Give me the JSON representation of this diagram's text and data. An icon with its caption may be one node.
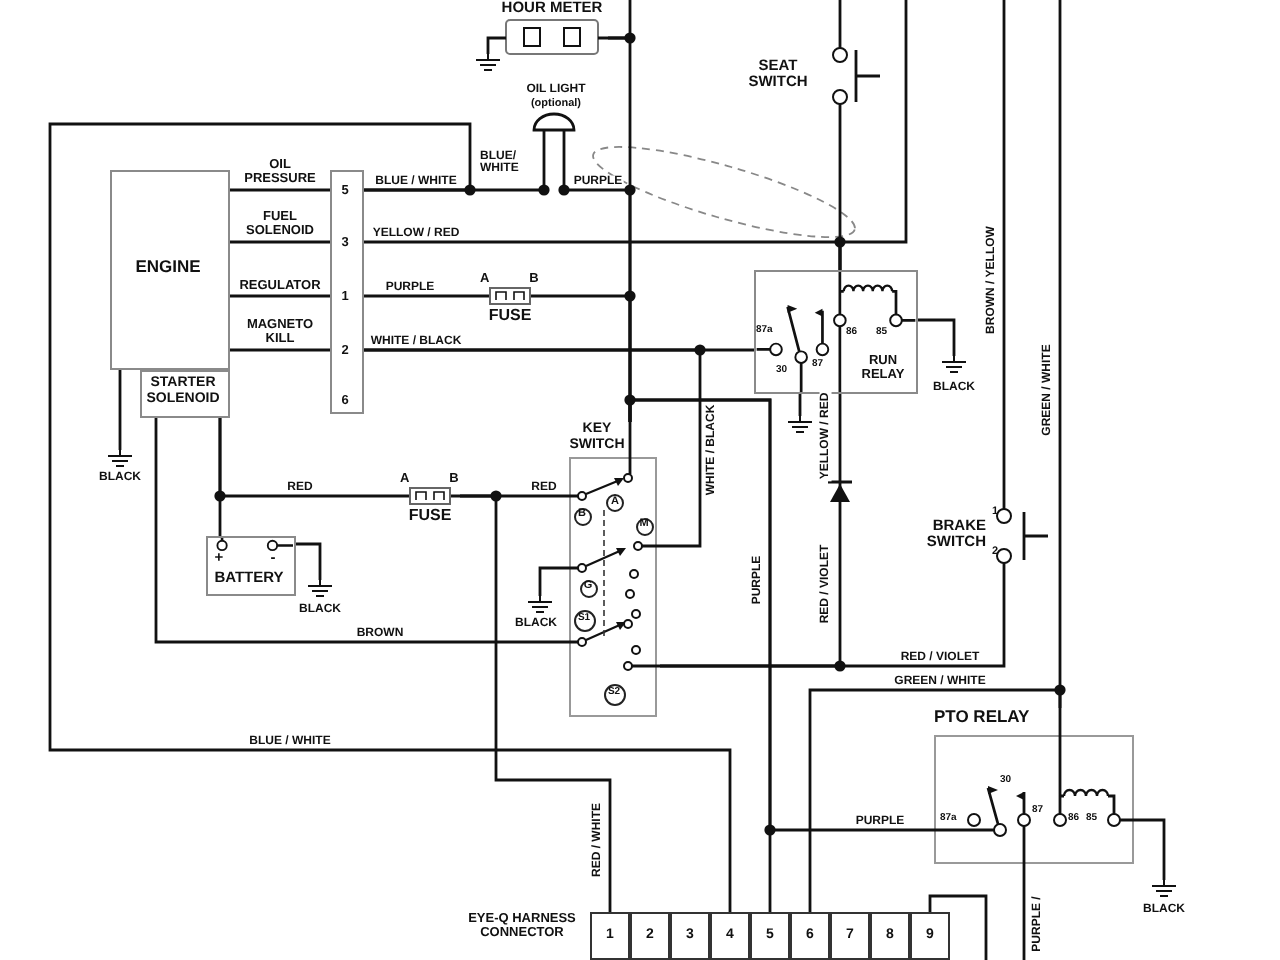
{
  "diagram": {
    "nodes": [
      {
        "text": [
          "HOUR METER"
        ]
      },
      {
        "text": [],
        "shape": "ground"
      },
      {
        "text": [
          "SEAT SWITCH"
        ]
      },
      {
        "text": [
          "OIL LIGHT",
          "(optional)"
        ]
      },
      {
        "text": [
          "ENGINE"
        ]
      },
      {
        "text": [
          "STARTER SOLENOID"
        ]
      },
      {
        "text": [
          "5",
          "3",
          "1",
          "2",
          "6"
        ]
      },
      {
        "text": [
          "A",
          "B",
          "FUSE"
        ]
      },
      {
        "text": [
          "RUN RELAY",
          "87a",
          "30",
          "87",
          "86",
          "85"
        ]
      },
      {
        "text": [],
        "shape": "ground"
      },
      {
        "text": [],
        "shape": "ground",
        "beside": [
          "BLACK"
        ]
      },
      {
        "text": [],
        "shape": "diode"
      },
      {
        "text": [
          "KEY SWITCH",
          "B",
          "A",
          "M",
          "G",
          "S1",
          "S2"
        ]
      },
      {
        "text": [
          "A",
          "B",
          "FUSE"
        ]
      },
      {
        "text": [],
        "shape": "ground",
        "beside": [
          "BLACK"
        ]
      },
      {
        "text": [
          "+",
          "-",
          "BATTERY"
        ]
      },
      {
        "text": [],
        "shape": "ground",
        "beside": [
          "BLACK"
        ]
      },
      {
        "text": [],
        "shape": "ground",
        "beside": [
          "BLACK"
        ]
      },
      {
        "text": [
          "BRAKE SWITCH",
          "1",
          "2"
        ]
      },
      {
        "text": [
          "PTO RELAY",
          "87a",
          "30",
          "87",
          "86",
          "85"
        ]
      },
      {
        "text": [],
        "shape": "ground",
        "beside": [
          "BLACK"
        ]
      },
      {
        "text": [
          "EYE-Q HARNESS CONNECTOR",
          "1",
          "2",
          "3",
          "4",
          "5",
          "6",
          "7",
          "8",
          "9"
        ]
      }
    ],
    "edges": [
      {
        "from": null,
        "to": 0,
        "arrow": "none"
      },
      {
        "from": 0,
        "to": 1,
        "arrow": "none"
      },
      {
        "from": 0,
        "to": 12,
        "arrow": "none"
      },
      {
        "from": 3,
        "to": 12,
        "arrow": "none",
        "label": "PURPLE"
      },
      {
        "from": 6,
        "to": 3,
        "arrow": "none",
        "label": "BLUE / WHITE"
      },
      {
        "from": 6,
        "to": 21,
        "arrow": "none",
        "label": "BLUE / WHITE"
      },
      {
        "from": 4,
        "to": 6,
        "arrow": "none",
        "label": "OIL PRESSURE"
      },
      {
        "from": 4,
        "to": 6,
        "arrow": "none",
        "label": "FUEL SOLENOID"
      },
      {
        "from": 4,
        "to": 6,
        "arrow": "none",
        "label": "REGULATOR"
      },
      {
        "from": 4,
        "to": 6,
        "arrow": "none",
        "label": "MAGNETO KILL"
      },
      {
        "from": 6,
        "to": 8,
        "arrow": "none",
        "label": "YELLOW / RED"
      },
      {
        "from": 6,
        "to": 7,
        "arrow": "none",
        "label": "PURPLE"
      },
      {
        "from": 7,
        "to": 12,
        "arrow": "none"
      },
      {
        "from": 6,
        "to": 8,
        "arrow": "none",
        "label": "WHITE / BLACK"
      },
      {
        "from": 6,
        "to": 12,
        "arrow": "none",
        "label": "WHITE / BLACK"
      },
      {
        "from": null,
        "to": 2,
        "arrow": "none"
      },
      {
        "from": 2,
        "to": 8,
        "arrow": "none"
      },
      {
        "from": null,
        "to": 8,
        "arrow": "none"
      },
      {
        "from": 8,
        "to": 9,
        "arrow": "none"
      },
      {
        "from": 8,
        "to": 10,
        "arrow": "none"
      },
      {
        "from": 8,
        "to": 11,
        "arrow": "none",
        "label": "YELLOW / RED"
      },
      {
        "from": 11,
        "to": 12,
        "arrow": "none",
        "label": "RED / VIOLET"
      },
      {
        "from": 18,
        "to": 12,
        "arrow": "none",
        "label": "RED / VIOLET"
      },
      {
        "from": null,
        "to": 18,
        "arrow": "none",
        "label": "BROWN / YELLOW"
      },
      {
        "from": null,
        "to": 19,
        "arrow": "none",
        "label": "GREEN / WHITE"
      },
      {
        "from": 19,
        "to": 21,
        "arrow": "none",
        "label": "GREEN / WHITE"
      },
      {
        "from": 12,
        "to": 21,
        "arrow": "none",
        "label": "PURPLE"
      },
      {
        "from": 12,
        "to": 19,
        "arrow": "none",
        "label": "PURPLE"
      },
      {
        "from": 5,
        "to": 13,
        "arrow": "none",
        "label": "RED"
      },
      {
        "from": 5,
        "to": 15,
        "arrow": "none"
      },
      {
        "from": 15,
        "to": 16,
        "arrow": "none"
      },
      {
        "from": 13,
        "to": 12,
        "arrow": "none",
        "label": "RED"
      },
      {
        "from": 13,
        "to": 21,
        "arrow": "none",
        "label": "RED / WHITE"
      },
      {
        "from": 4,
        "to": 14,
        "arrow": "none"
      },
      {
        "from": 12,
        "to": 17,
        "arrow": "none"
      },
      {
        "from": 5,
        "to": 12,
        "arrow": "none",
        "label": "BROWN"
      },
      {
        "from": 19,
        "to": 20,
        "arrow": "none"
      },
      {
        "from": 19,
        "to": null,
        "arrow": "none",
        "label": "PURPLE /"
      },
      {
        "from": 21,
        "to": null,
        "arrow": "none"
      }
    ],
    "labels": [
      "BLUE/ WHITE"
    ]
  }
}
